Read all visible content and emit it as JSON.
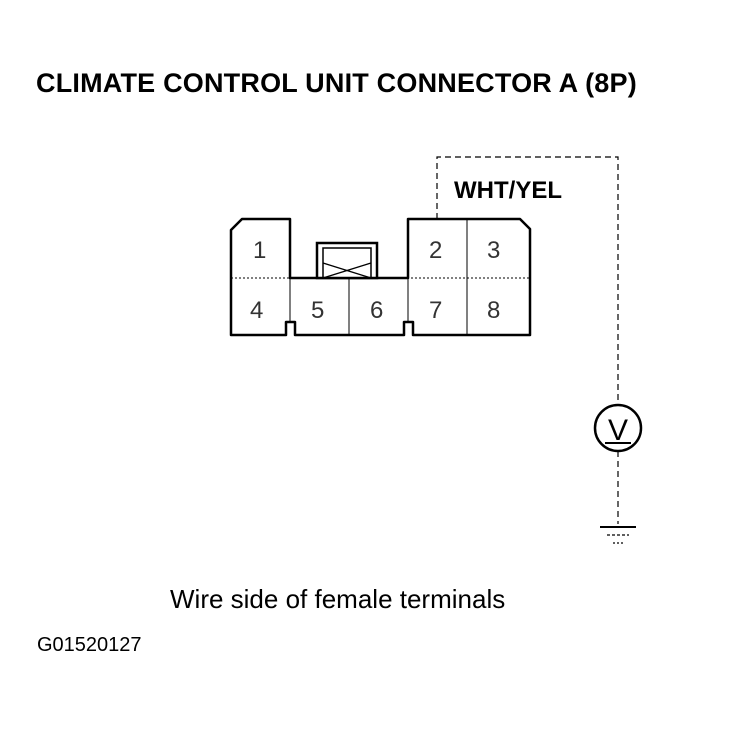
{
  "title": "CLIMATE CONTROL UNIT CONNECTOR A (8P)",
  "wire_color": "WHT/YEL",
  "meter_symbol": "V",
  "terminals": [
    "1",
    "2",
    "3",
    "4",
    "5",
    "6",
    "7",
    "8"
  ],
  "caption": "Wire side of female terminals",
  "figure_code": "G01520127"
}
